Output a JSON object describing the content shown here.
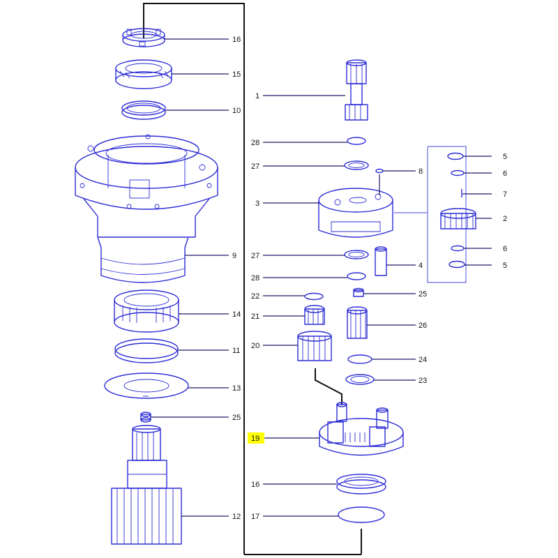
{
  "highlight_color": "#ffff00",
  "line_color": "#2b2bd6",
  "callouts": {
    "c16_top": "16",
    "c15": "15",
    "c10": "10",
    "c1": "1",
    "c28_top": "28",
    "c27_top": "27",
    "c8": "8",
    "c3": "3",
    "c5_top": "5",
    "c6_top": "6",
    "c7": "7",
    "c2": "2",
    "c6_bot": "6",
    "c5_bot": "5",
    "c9": "9",
    "c27_bot": "27",
    "c28_bot": "28",
    "c4": "4",
    "c14": "14",
    "c22": "22",
    "c25_right": "25",
    "c21": "21",
    "c26": "26",
    "c11": "11",
    "c20": "20",
    "c24": "24",
    "c23": "23",
    "c13": "13",
    "c25_left": "25",
    "c19": "19",
    "c16_bot": "16",
    "c12": "12",
    "c17": "17"
  }
}
